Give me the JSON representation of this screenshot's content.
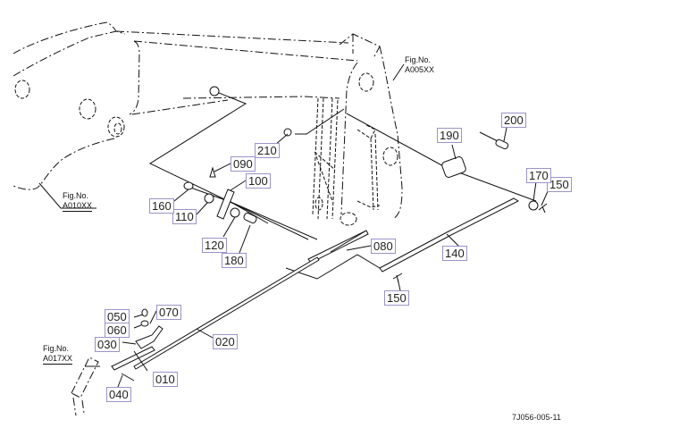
{
  "diagram": {
    "type": "exploded-parts-diagram",
    "drawing_id": "7J056-005-11",
    "figure_references": [
      {
        "label": "Fig.No.",
        "code": "A010XX"
      },
      {
        "label": "Fig.No.",
        "code": "A005XX"
      },
      {
        "label": "Fig.No.",
        "code": "A017XX"
      }
    ],
    "part_labels": [
      {
        "id": "010"
      },
      {
        "id": "020"
      },
      {
        "id": "030"
      },
      {
        "id": "040"
      },
      {
        "id": "050"
      },
      {
        "id": "060"
      },
      {
        "id": "070"
      },
      {
        "id": "080"
      },
      {
        "id": "090"
      },
      {
        "id": "100"
      },
      {
        "id": "110"
      },
      {
        "id": "120"
      },
      {
        "id": "140"
      },
      {
        "id": "150"
      },
      {
        "id": "150"
      },
      {
        "id": "160"
      },
      {
        "id": "170"
      },
      {
        "id": "180"
      },
      {
        "id": "190"
      },
      {
        "id": "200"
      },
      {
        "id": "210"
      }
    ],
    "colors": {
      "label_border": "#9a94c8",
      "line": "#111111",
      "background": "#ffffff"
    }
  }
}
